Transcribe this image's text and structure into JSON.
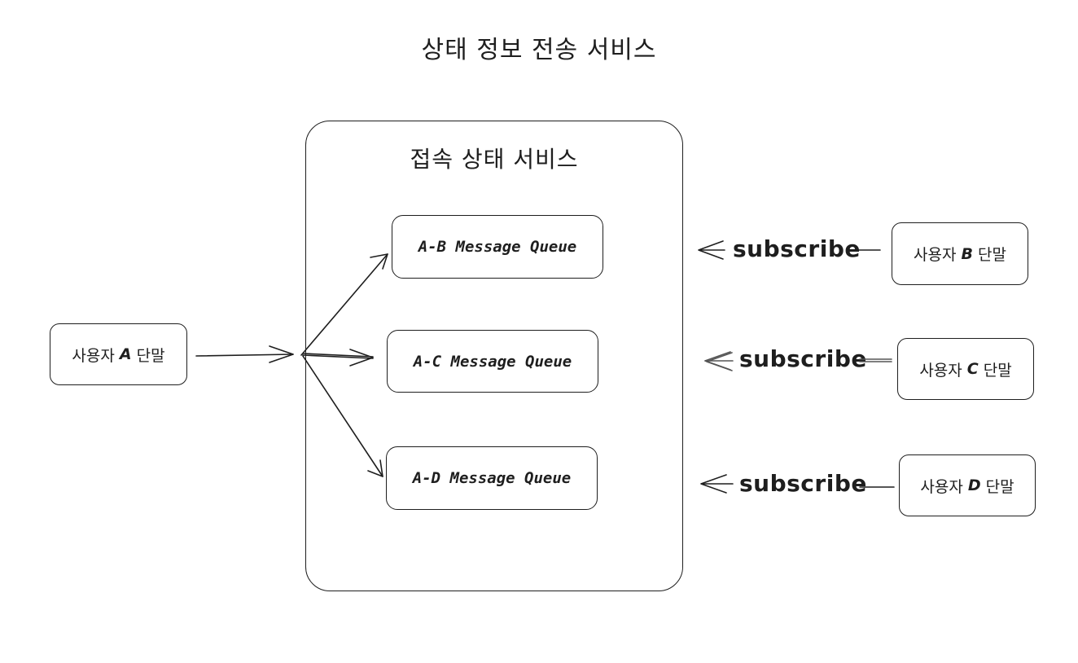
{
  "title": "상태 정보 전송 서비스",
  "service": {
    "title": "접속 상태 서비스",
    "queues": [
      {
        "label": "A-B Message Queue"
      },
      {
        "label": "A-C Message Queue"
      },
      {
        "label": "A-D Message Queue"
      }
    ]
  },
  "publisher": {
    "prefix": "사용자",
    "letter": "A",
    "suffix": "단말"
  },
  "subscribers": [
    {
      "prefix": "사용자",
      "letter": "B",
      "suffix": "단말",
      "edge_label": "subscribe"
    },
    {
      "prefix": "사용자",
      "letter": "C",
      "suffix": "단말",
      "edge_label": "subscribe"
    },
    {
      "prefix": "사용자",
      "letter": "D",
      "suffix": "단말",
      "edge_label": "subscribe"
    }
  ],
  "colors": {
    "stroke": "#1e1e1e",
    "background": "#ffffff"
  }
}
